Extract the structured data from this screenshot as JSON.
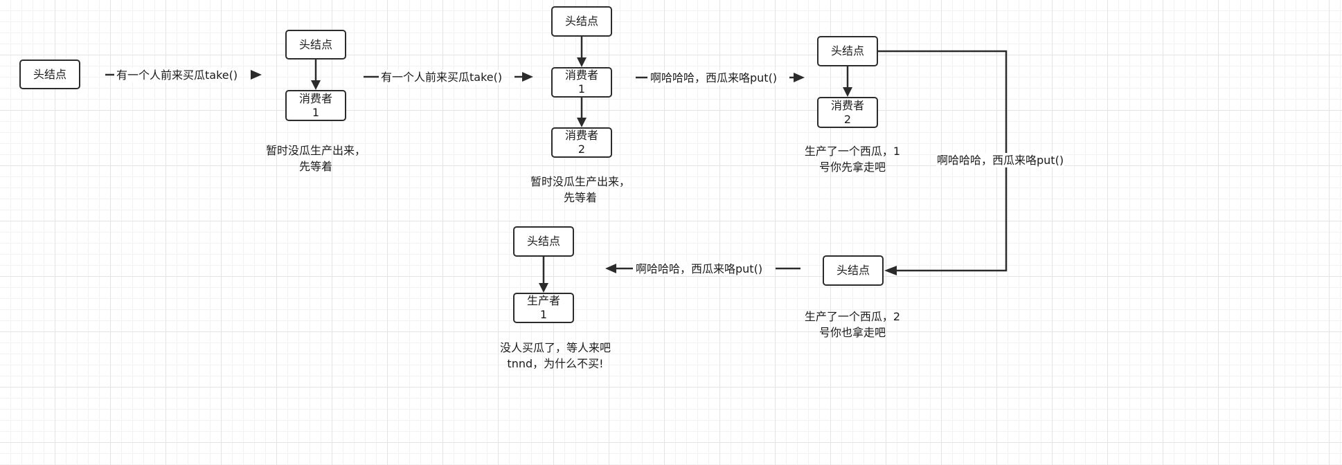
{
  "nodes": {
    "head": "头结点",
    "consumer1_name": "消费者",
    "consumer1_num": "1",
    "consumer2_name": "消费者",
    "consumer2_num": "2",
    "producer1_name": "生产者",
    "producer1_num": "1"
  },
  "edges": {
    "take": "有一个人前来买瓜take()",
    "put": "啊哈哈哈，西瓜来咯put()"
  },
  "notes": {
    "wait_line1": "暂时没瓜生产出来，",
    "wait_line2": "先等着",
    "produced1_line1": "生产了一个西瓜，1",
    "produced1_line2": "号你先拿走吧",
    "produced2_line1": "生产了一个西瓜，2",
    "produced2_line2": "号你也拿走吧",
    "idle_line1": "没人买瓜了，等人来吧",
    "idle_line2": "tnnd，为什么不买!"
  },
  "colors": {
    "stroke": "#2b2b2b",
    "grid": "#e3e3e3",
    "background": "#ffffff"
  }
}
